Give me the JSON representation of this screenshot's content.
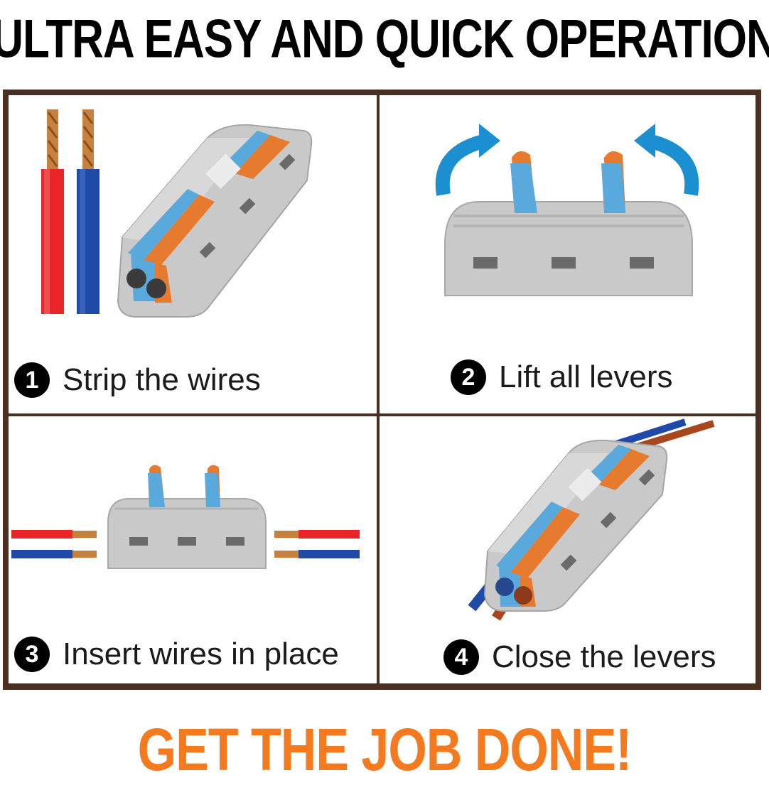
{
  "headline": "ULTRA EASY AND QUICK OPERATION",
  "steps": [
    {
      "number": "1",
      "label": "Strip the wires"
    },
    {
      "number": "2",
      "label": "Lift all levers"
    },
    {
      "number": "3",
      "label": "Insert wires in place"
    },
    {
      "number": "4",
      "label": "Close the levers"
    }
  ],
  "footer": "GET THE JOB DONE!",
  "colors": {
    "frame": "#4a2f22",
    "footer_text": "#f47a20",
    "connector_grey": "#c7c7c7",
    "lever_blue": "#5aa9dc",
    "lever_orange": "#e67a2e",
    "wire_red": "#e8262a",
    "wire_blue": "#1f4aa8",
    "arrow_blue": "#1b8fd0"
  }
}
